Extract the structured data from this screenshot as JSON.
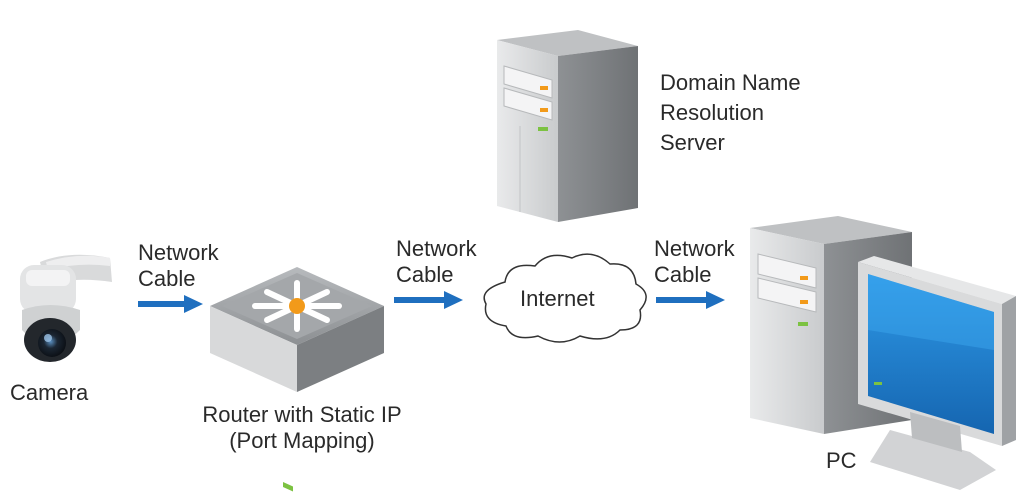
{
  "camera": {
    "label": "Camera"
  },
  "router": {
    "label_line1": "Router with Static IP",
    "label_line2": "(Port Mapping)"
  },
  "internet": {
    "label": "Internet"
  },
  "dns_server": {
    "label_line1": "Domain Name",
    "label_line2": "Resolution",
    "label_line3": "Server"
  },
  "pc": {
    "label": "PC"
  },
  "links": [
    {
      "line1": "Network",
      "line2": "Cable"
    },
    {
      "line1": "Network",
      "line2": "Cable"
    },
    {
      "line1": "Network",
      "line2": "Cable"
    }
  ],
  "colors": {
    "arrow": "#1f6fbf",
    "screen": "#1e7fd0",
    "led": "#f29a1a",
    "led_green": "#7cc242"
  }
}
